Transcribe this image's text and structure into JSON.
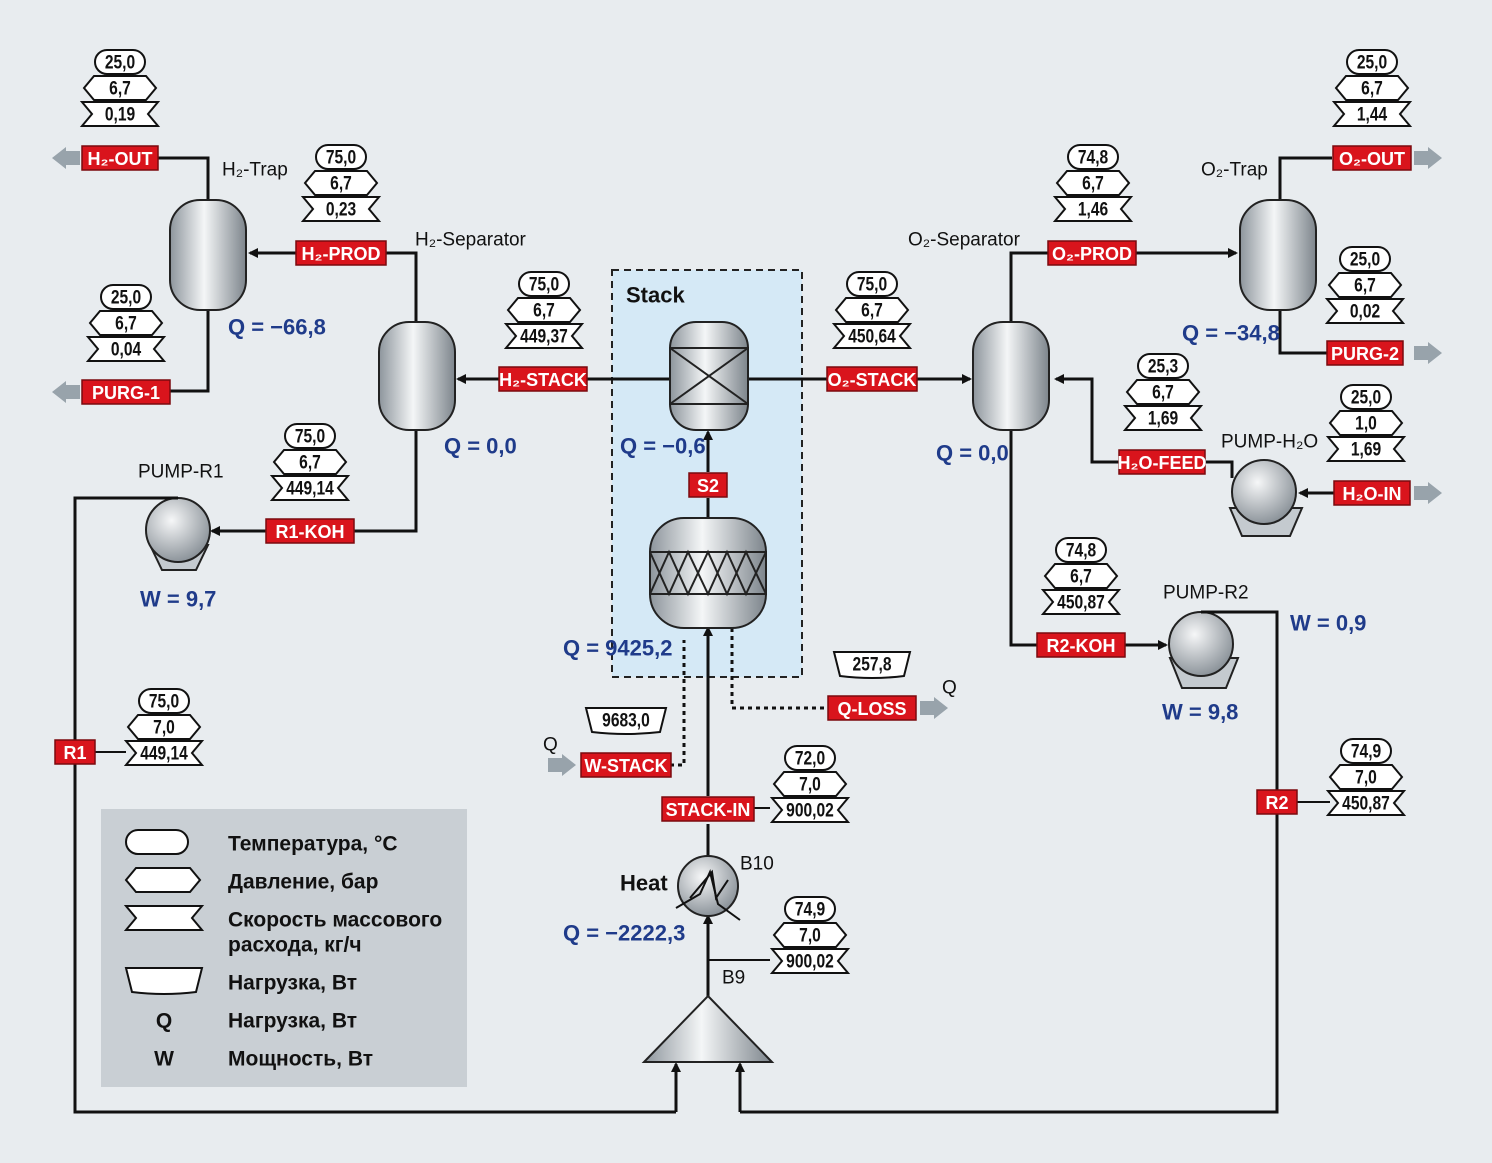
{
  "legend": {
    "items": [
      {
        "symbol": "",
        "label": "Температура, °C"
      },
      {
        "symbol": "",
        "label": "Давление, бар"
      },
      {
        "symbol": "",
        "label": "Скорость массового"
      },
      {
        "symbol": "",
        "label": "расхода, кг/ч"
      },
      {
        "symbol": "",
        "label": "Нагрузка, Вт"
      },
      {
        "symbol": "Q",
        "label": "Нагрузка, Вт"
      },
      {
        "symbol": "W",
        "label": "Мощность, Вт"
      }
    ]
  },
  "units": {
    "h2_trap": "H₂-Trap",
    "h2_separator": "H₂-Separator",
    "o2_separator": "O₂-Separator",
    "o2_trap": "O₂-Trap",
    "stack": "Stack",
    "pump_r1": "PUMP-R1",
    "pump_r2": "PUMP-R2",
    "pump_h2o": "PUMP-H₂O",
    "heat": "Heat",
    "b10": "B10",
    "b9": "B9",
    "q_in": "Q",
    "q_out": "Q"
  },
  "duties": {
    "h2_trap": "Q = −66,8",
    "h2_separator": "Q = 0,0",
    "stack": "Q = −0,6",
    "o2_separator": "Q = 0,0",
    "o2_trap": "Q = −34,8",
    "pump_r1": "W = 9,7",
    "pump_r2": "W = 9,8",
    "pump_r2_alt": "W = 0,9",
    "reactor": "Q = 9425,2",
    "heater": "Q = −2222,3"
  },
  "streams": {
    "h2_out": {
      "label": "H₂-OUT",
      "t": "25,0",
      "p": "6,7",
      "m": "0,19"
    },
    "h2_prod": {
      "label": "H₂-PROD",
      "t": "75,0",
      "p": "6,7",
      "m": "0,23"
    },
    "purg_1": {
      "label": "PURG-1",
      "t": "25,0",
      "p": "6,7",
      "m": "0,04"
    },
    "h2_stack": {
      "label": "H₂-STACK",
      "t": "75,0",
      "p": "6,7",
      "m": "449,37"
    },
    "r1_koh": {
      "label": "R1-KOH",
      "t": "75,0",
      "p": "6,7",
      "m": "449,14"
    },
    "r1": {
      "label": "R1",
      "t": "75,0",
      "p": "7,0",
      "m": "449,14"
    },
    "o2_stack": {
      "label": "O₂-STACK",
      "t": "75,0",
      "p": "6,7",
      "m": "450,64"
    },
    "o2_prod": {
      "label": "O₂-PROD",
      "t": "74,8",
      "p": "6,7",
      "m": "1,46"
    },
    "o2_out": {
      "label": "O₂-OUT",
      "t": "25,0",
      "p": "6,7",
      "m": "1,44"
    },
    "purg_2": {
      "label": "PURG-2",
      "t": "25,0",
      "p": "6,7",
      "m": "0,02"
    },
    "h2o_feed": {
      "label": "H₂O-FEED",
      "t": "25,3",
      "p": "6,7",
      "m": "1,69"
    },
    "h2o_in": {
      "label": "H₂O-IN",
      "t": "25,0",
      "p": "1,0",
      "m": "1,69"
    },
    "r2_koh": {
      "label": "R2-KOH",
      "t": "74,8",
      "p": "6,7",
      "m": "450,87"
    },
    "r2": {
      "label": "R2",
      "t": "74,9",
      "p": "7,0",
      "m": "450,87"
    },
    "stack_in": {
      "label": "STACK-IN",
      "t": "72,0",
      "p": "7,0",
      "m": "900,02"
    },
    "b9_out": {
      "t": "74,9",
      "p": "7,0",
      "m": "900,02"
    },
    "s2": {
      "label": "S2"
    },
    "w_stack": {
      "label": "W-STACK",
      "q": "9683,0"
    },
    "q_loss": {
      "label": "Q-LOSS",
      "q": "257,8"
    }
  }
}
